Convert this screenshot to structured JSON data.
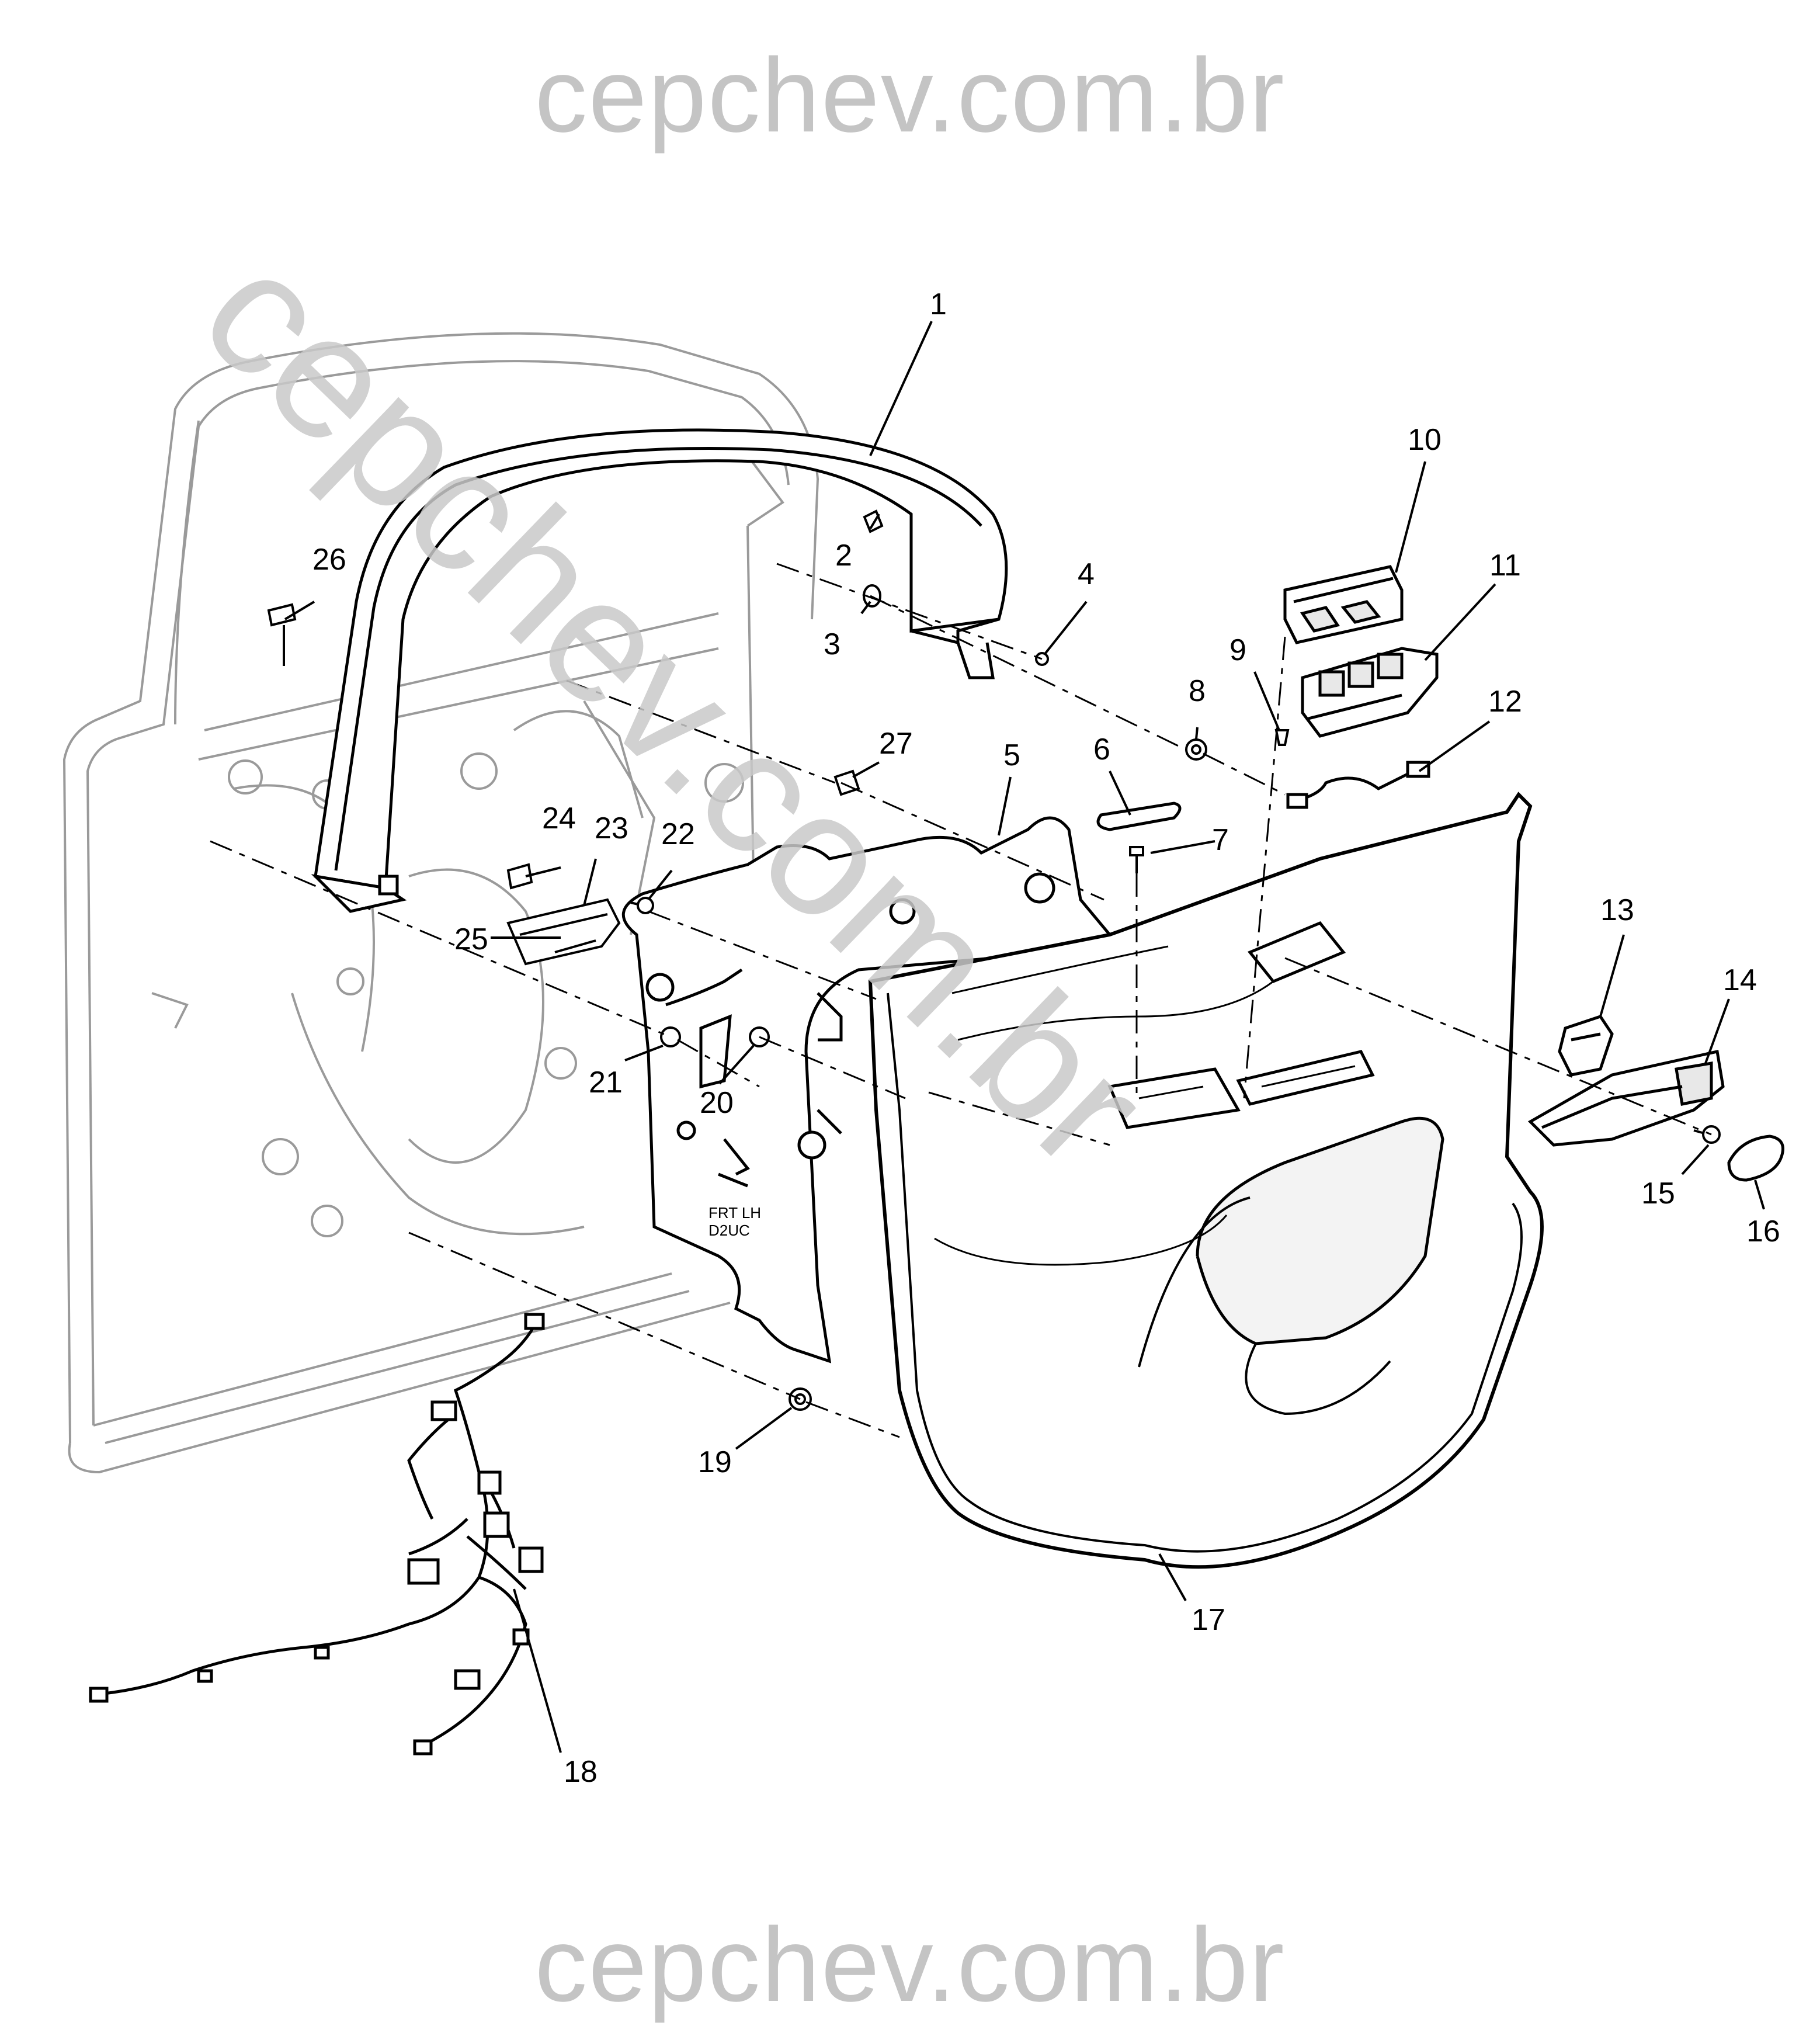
{
  "watermark": {
    "top_text": "cepchev.com.br",
    "bottom_text": "cepchev.com.br",
    "diagonal_text": "cepchev.com.br",
    "color": "#c4c4c4"
  },
  "panel_stamp": {
    "line1": "FRT LH",
    "line2": "D2UC"
  },
  "callouts": {
    "c1": "1",
    "c2": "2",
    "c3": "3",
    "c4": "4",
    "c5": "5",
    "c6": "6",
    "c7": "7",
    "c8": "8",
    "c9": "9",
    "c10": "10",
    "c11": "11",
    "c12": "12",
    "c13": "13",
    "c14": "14",
    "c15": "15",
    "c16": "16",
    "c17": "17",
    "c18": "18",
    "c19": "19",
    "c20": "20",
    "c21": "21",
    "c22": "22",
    "c23": "23",
    "c24": "24",
    "c25": "25",
    "c26": "26",
    "c27": "27"
  },
  "colors": {
    "line": "#000000",
    "faint_line": "#9a9a9a",
    "part_fill": "#ffffff",
    "shade": "#e8e8e8"
  }
}
